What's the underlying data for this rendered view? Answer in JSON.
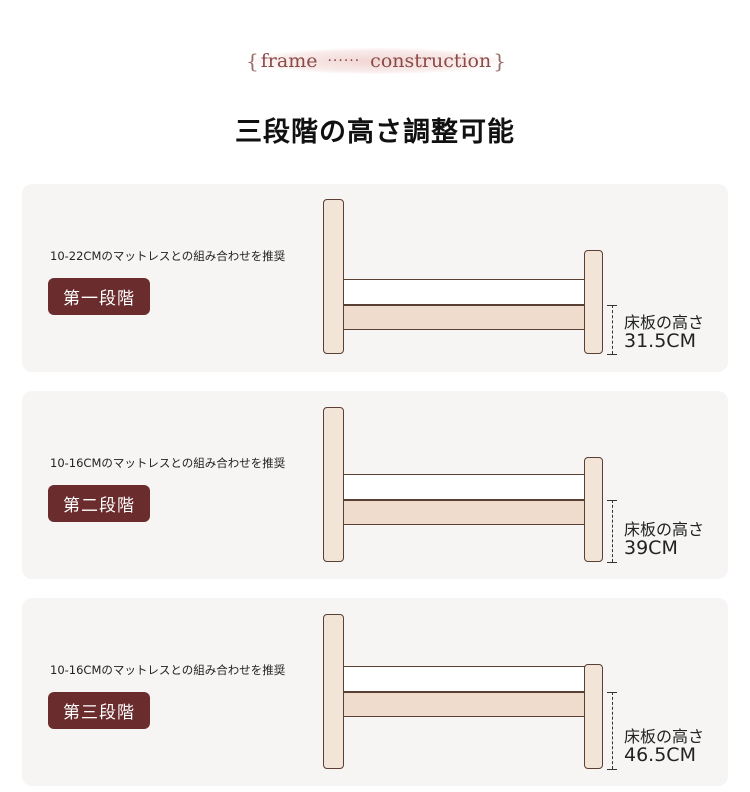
{
  "header": {
    "brace_open": "{",
    "word_left": "frame",
    "dots": "······",
    "word_right": "construction",
    "brace_close": "}",
    "title": "三段階の高さ調整可能"
  },
  "levels": [
    {
      "recommendation": "10-22CMのマットレスとの組み合わせを推奨",
      "badge": "第一段階",
      "height_label": "床板の高さ",
      "height_value": "31.5CM"
    },
    {
      "recommendation": "10-16CMのマットレスとの組み合わせを推奨",
      "badge": "第二段階",
      "height_label": "床板の高さ",
      "height_value": "39CM"
    },
    {
      "recommendation": "10-16CMのマットレスとの組み合わせを推奨",
      "badge": "第三段階",
      "height_label": "床板の高さ",
      "height_value": "46.5CM"
    }
  ],
  "colors": {
    "badge": "#6b2c2d",
    "card": "#f6f5f4",
    "wood": "#f3e4d8",
    "outline": "#5a3f35"
  }
}
